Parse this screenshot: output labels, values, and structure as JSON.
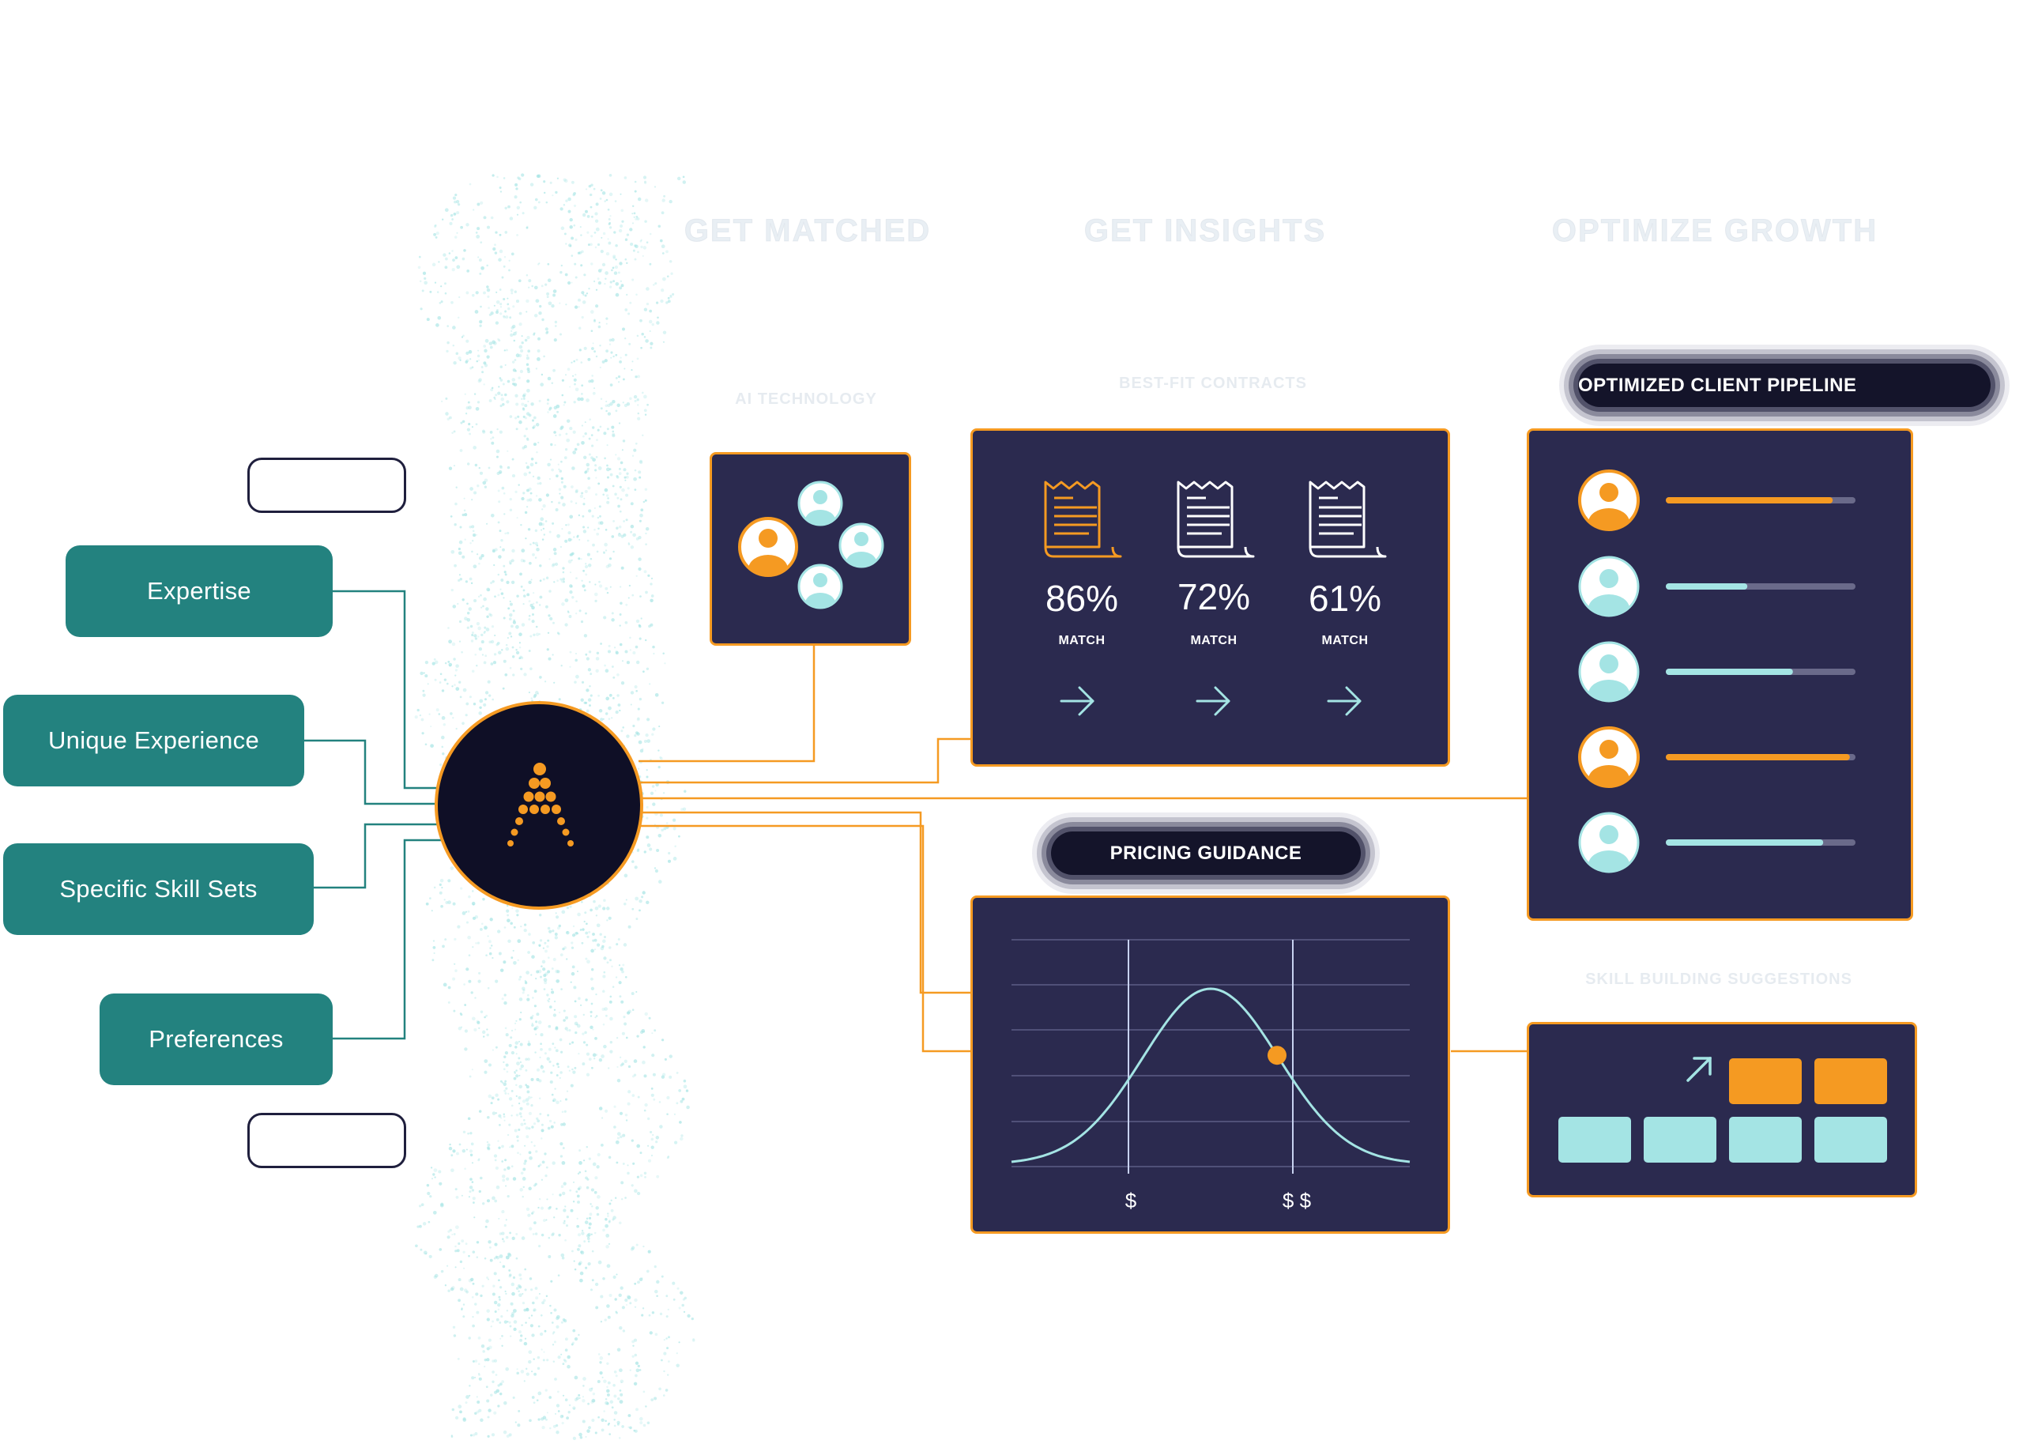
{
  "headers": {
    "get_matched": "GET MATCHED",
    "get_insights": "GET INSIGHTS",
    "optimize_growth": "OPTIMIZE GROWTH"
  },
  "labels": {
    "ai_technology": "AI TECHNOLOGY",
    "best_fit_contracts": "BEST-FIT CONTRACTS",
    "optimized_client_pipeline": "OPTIMIZED CLIENT PIPELINE",
    "pricing_guidance": "PRICING GUIDANCE",
    "skill_building_suggestions": "SKILL BUILDING SUGGESTIONS"
  },
  "inputs": [
    "Expertise",
    "Unique Experience",
    "Specific Skill Sets",
    "Preferences"
  ],
  "contracts": [
    {
      "percent": "86%",
      "label": "MATCH",
      "highlighted": true
    },
    {
      "percent": "72%",
      "label": "MATCH",
      "highlighted": false
    },
    {
      "percent": "61%",
      "label": "MATCH",
      "highlighted": false
    }
  ],
  "pricing": {
    "x_labels": [
      "$",
      "$ $"
    ]
  },
  "pipeline": [
    {
      "color": "orange",
      "progress": 0.88
    },
    {
      "color": "teal",
      "progress": 0.43
    },
    {
      "color": "teal",
      "progress": 0.67
    },
    {
      "color": "orange",
      "progress": 0.97
    },
    {
      "color": "teal",
      "progress": 0.83
    }
  ],
  "colors": {
    "teal_pill": "#23827f",
    "navy_panel": "#2b2a4f",
    "orange": "#f59a22",
    "light_teal": "#a4e4e4",
    "hub": "#0f0f26"
  },
  "icons": {
    "hub": "dot-triangle-logo-icon",
    "contract": "receipt-document-icon",
    "arrow": "arrow-right-icon",
    "growth": "arrow-up-right-icon",
    "user": "user-avatar-icon"
  }
}
